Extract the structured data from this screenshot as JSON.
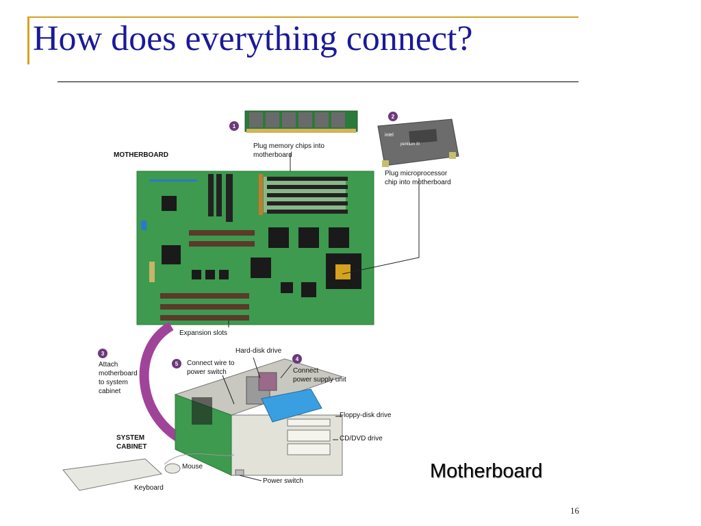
{
  "slide": {
    "title": "How does everything connect?",
    "caption": "Motherboard",
    "page_number": "16"
  },
  "figure": {
    "steps": [
      "1",
      "2",
      "3",
      "4",
      "5"
    ],
    "labels": {
      "motherboard": "MOTHERBOARD",
      "memory": "Plug memory chips into motherboard",
      "processor": "Plug microprocessor chip into motherboard",
      "cpu_brand": "intel",
      "cpu_model": "pentium III",
      "expansion": "Expansion slots",
      "attach_l1": "Attach",
      "attach_l2": "motherboard",
      "attach_l3": "to system",
      "attach_l4": "cabinet",
      "hard_disk": "Hard-disk drive",
      "wire_l1": "Connect wire to",
      "wire_l2": "power switch",
      "psu_l1": "Connect",
      "psu_l2": "power supply unit",
      "floppy": "Floppy-disk drive",
      "cddvd": "CD/DVD drive",
      "cabinet_l1": "SYSTEM",
      "cabinet_l2": "CABINET",
      "mouse": "Mouse",
      "keyboard": "Keyboard",
      "power_switch": "Power switch"
    },
    "colors": {
      "board_green": "#3d9a4e",
      "step_badge": "#6b3a7a",
      "arrow_purple": "#a0449a",
      "psu_blue": "#3a9fe0",
      "title_blue": "#1a1a99",
      "accent_gold": "#d6a21e"
    }
  }
}
